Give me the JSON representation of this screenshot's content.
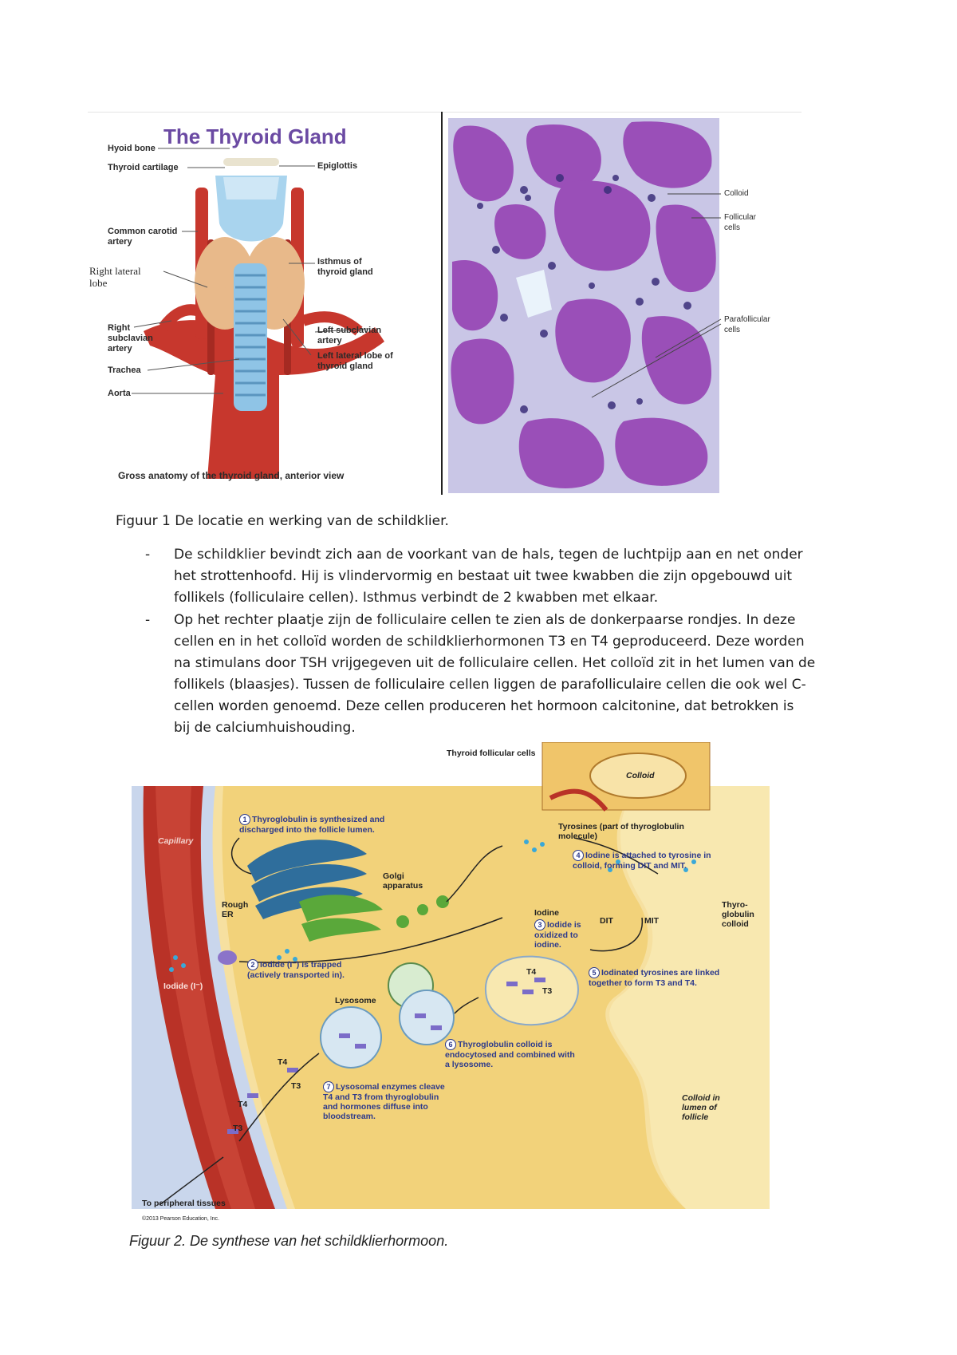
{
  "figure1": {
    "left_image": {
      "title": "The Thyroid Gland",
      "labels": {
        "hyoid_bone": "Hyoid bone",
        "thyroid_cartilage": "Thyroid cartilage",
        "epiglottis": "Epiglottis",
        "common_carotid": "Common carotid artery",
        "right_lateral_lobe": "Right lateral lobe",
        "isthmus": "Isthmus of thyroid gland",
        "right_subclavian": "Right subclavian artery",
        "left_subclavian": "Left subclavian artery",
        "trachea": "Trachea",
        "left_lateral_lobe": "Left lateral lobe of thyroid gland",
        "aorta": "Aorta"
      },
      "caption": "Gross anatomy of the thyroid gland, anterior view"
    },
    "right_image": {
      "labels": {
        "colloid": "Colloid",
        "follicular_cells": "Follicular cells",
        "parafollicular_cells": "Parafollicular cells"
      }
    },
    "caption": "Figuur 1 De locatie en werking van de schildklier."
  },
  "bullets": [
    {
      "dash": "-",
      "lines": [
        "De schildklier bevindt zich aan de voorkant van de hals, tegen de luchtpijp aan en net onder",
        "het strottenhoofd. Hij is vlindervormig en bestaat uit twee kwabben die zijn opgebouwd uit",
        "follikels (folliculaire cellen). Isthmus verbindt de 2 kwabben met elkaar."
      ]
    },
    {
      "dash": "-",
      "lines": [
        "Op het rechter plaatje zijn de folliculaire cellen te zien als de donkerpaarse rondjes. In deze",
        "cellen en in het colloïd worden de schildklierhormonen T3  en T4 geproduceerd. Deze worden",
        "na stimulans door TSH vrijgegeven uit de folliculaire cellen. Het colloïd zit in het lumen van de",
        "follikels (blaasjes). Tussen de folliculaire cellen liggen de parafolliculaire cellen die ook wel C-",
        "cellen worden genoemd. Deze cellen produceren het hormoon calcitonine, dat betrokken is",
        "bij de calciumhuishouding."
      ]
    }
  ],
  "figure2": {
    "labels": {
      "thyroid_follicular_cells": "Thyroid follicular cells",
      "colloid": "Colloid",
      "capillary": "Capillary",
      "step1_num": "1",
      "step1": "Thyroglobulin is synthesized and discharged into the follicle lumen.",
      "tyrosines": "Tyrosines (part of thyroglobulin molecule)",
      "step4_num": "4",
      "step4": "Iodine is attached to tyrosine in colloid, forming DIT and MIT.",
      "golgi": "Golgi apparatus",
      "rough_er": "Rough ER",
      "iodine": "Iodine",
      "step3_num": "3",
      "step3": "Iodide is oxidized to iodine.",
      "dit": "DIT",
      "mit": "MIT",
      "thyroglobulin_colloid": "Thyro-globulin colloid",
      "iodide": "Iodide (I⁻)",
      "step2_num": "2",
      "step2": "Iodide (I⁻) is trapped (actively transported in).",
      "lysosome": "Lysosome",
      "t4_a": "T4",
      "t3_a": "T3",
      "step5_num": "5",
      "step5": "Iodinated tyrosines are linked together to form T3 and T4.",
      "t4_b": "T4",
      "t3_b": "T3",
      "t4_c": "T4",
      "t3_c": "T3",
      "step6_num": "6",
      "step6": "Thyroglobulin colloid is endocytosed and combined with a lysosome.",
      "step7_num": "7",
      "step7": "Lysosomal enzymes cleave T4 and T3 from thyroglobulin and hormones diffuse into bloodstream.",
      "colloid_lumen": "Colloid in lumen of follicle",
      "peripheral": "To peripheral tissues",
      "copyright": "©2013 Pearson Education, Inc."
    },
    "caption": "Figuur 2. De synthese van het schildklierhormoon."
  },
  "colors": {
    "artery_red": "#c7372d",
    "thyroid_tan": "#e8b98a",
    "trachea_blue": "#8fc4e6",
    "histo_purple": "#9a4fb8",
    "cell_yellow": "#f2d27a",
    "capillary_red": "#b93227",
    "label_blue": "#2d3a8c",
    "title_purple": "#6b4aa3"
  }
}
